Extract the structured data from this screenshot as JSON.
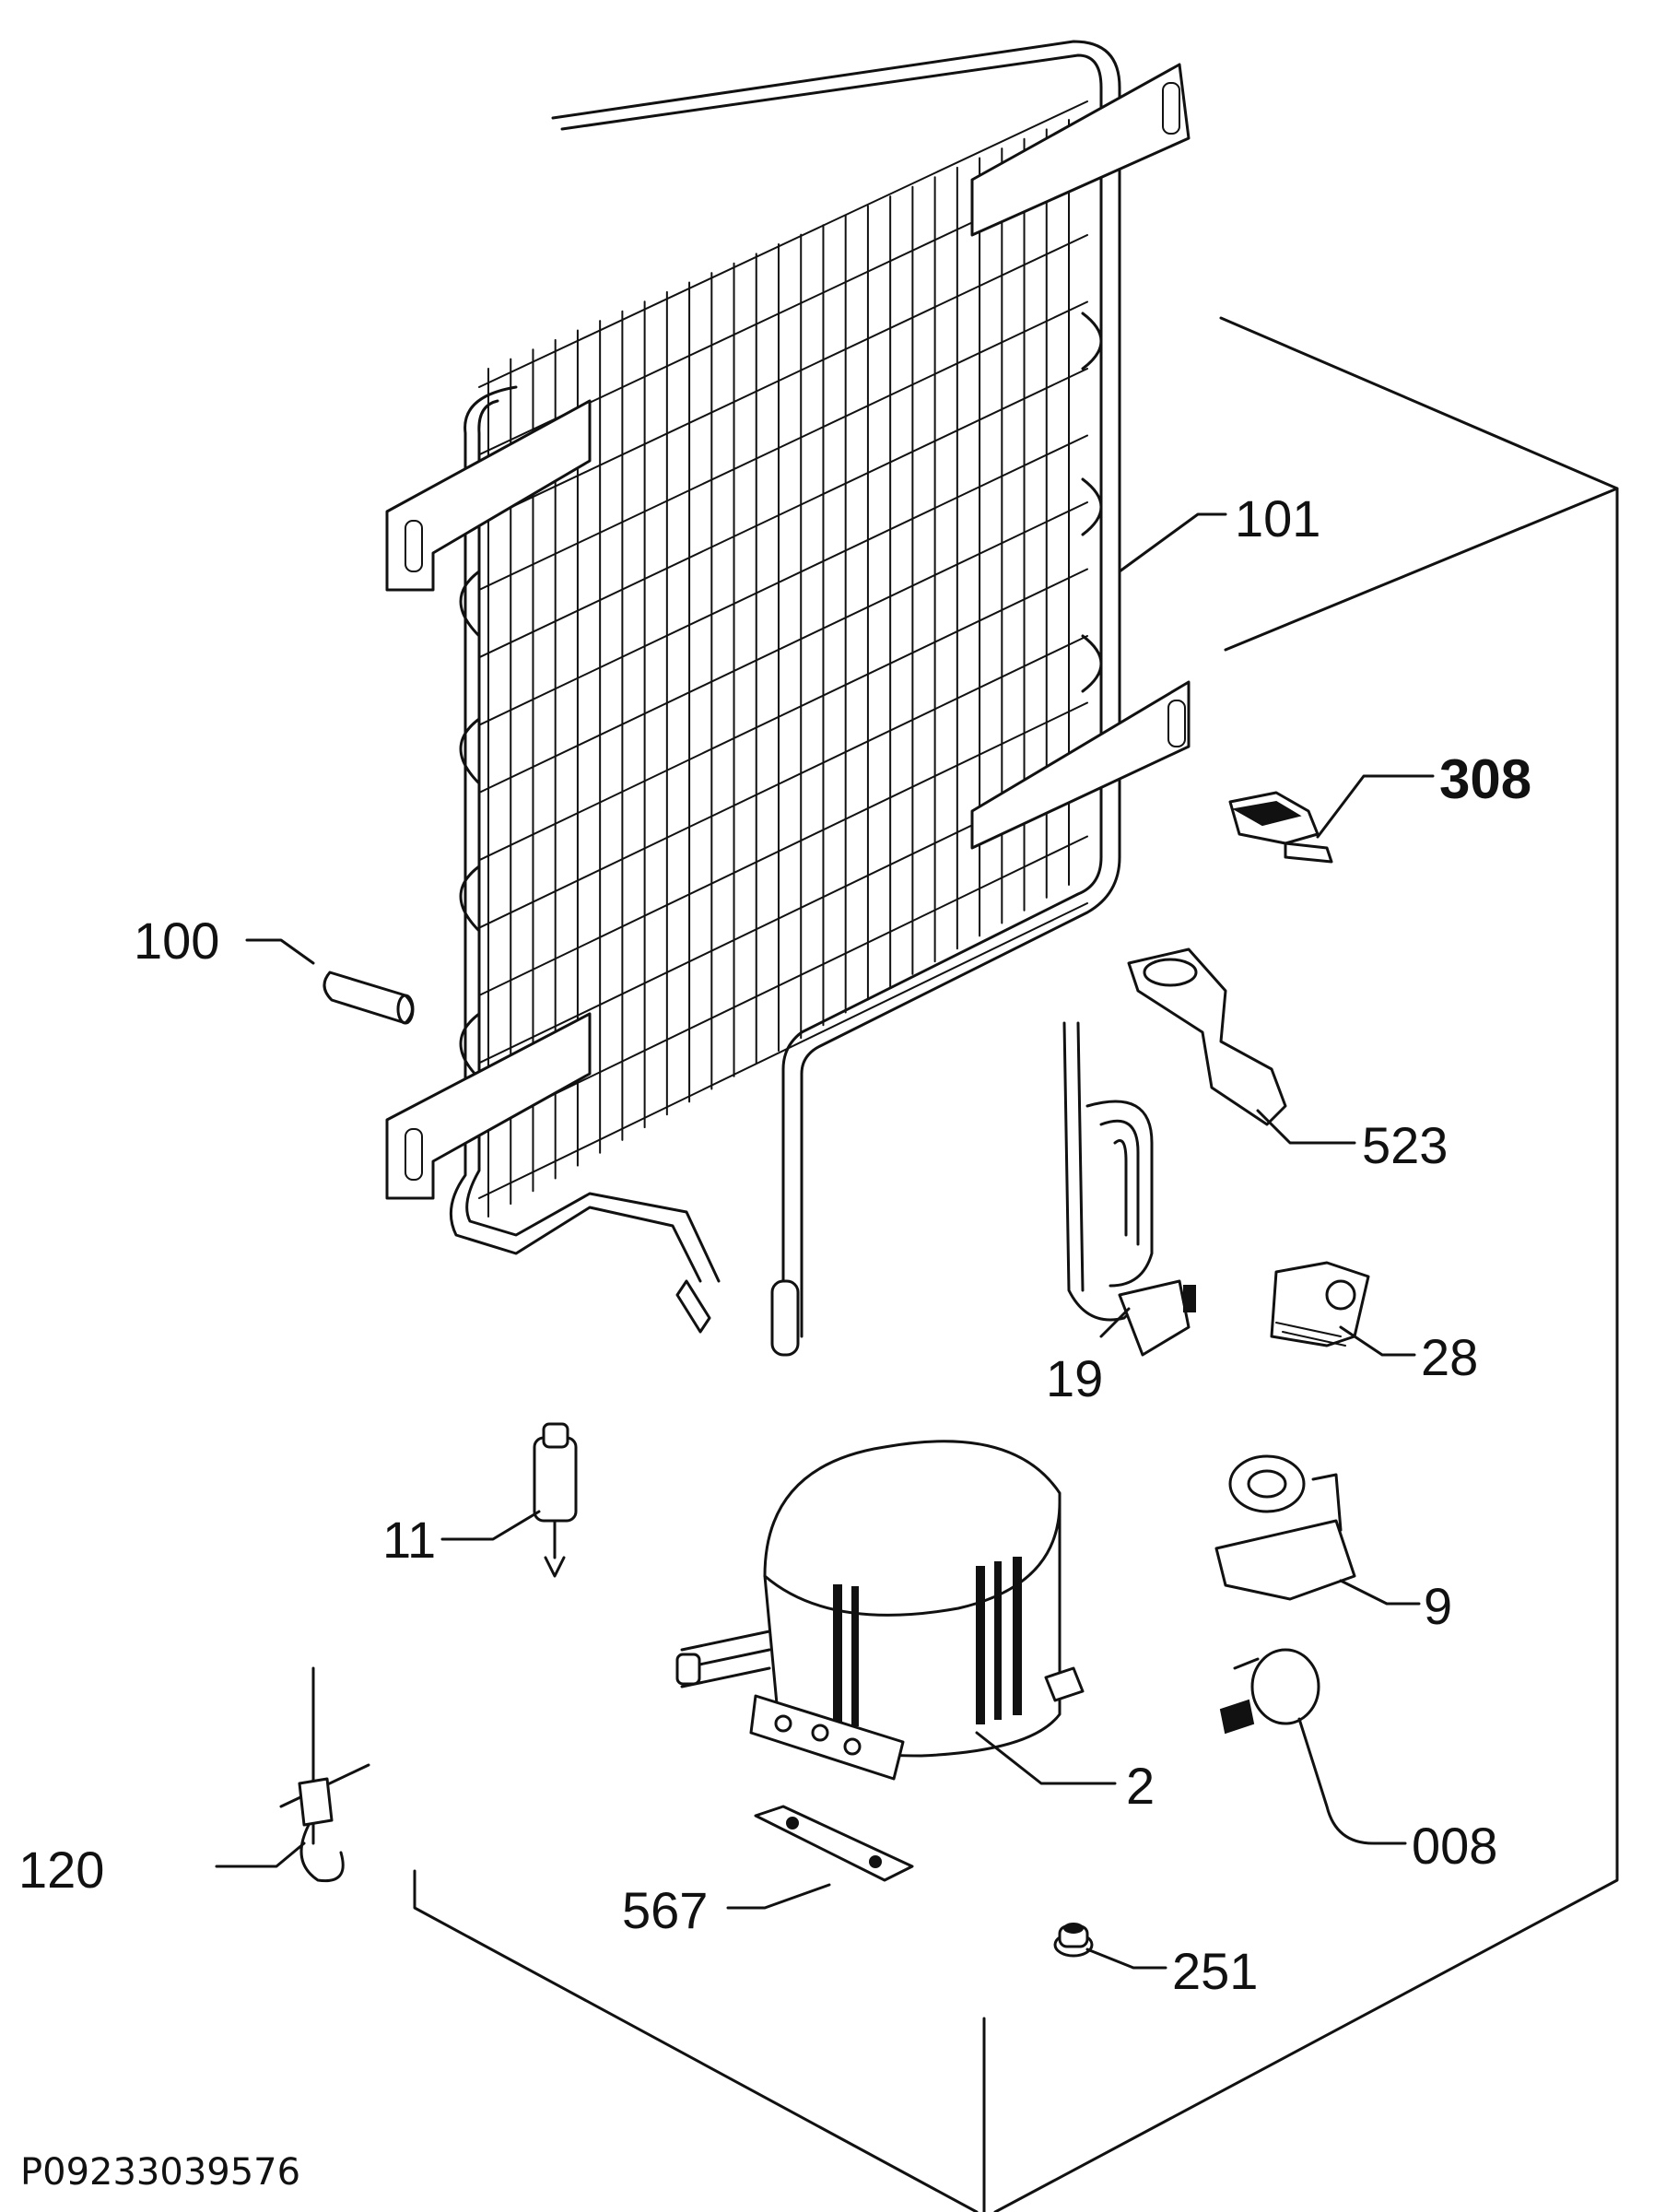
{
  "labels": {
    "p101": "101",
    "p308": "308",
    "p100": "100",
    "p523": "523",
    "p28": "28",
    "p19": "19",
    "p11": "11",
    "p9": "9",
    "p2": "2",
    "p008": "008",
    "p120": "120",
    "p567": "567",
    "p251": "251"
  },
  "document_code": "P09233039576"
}
